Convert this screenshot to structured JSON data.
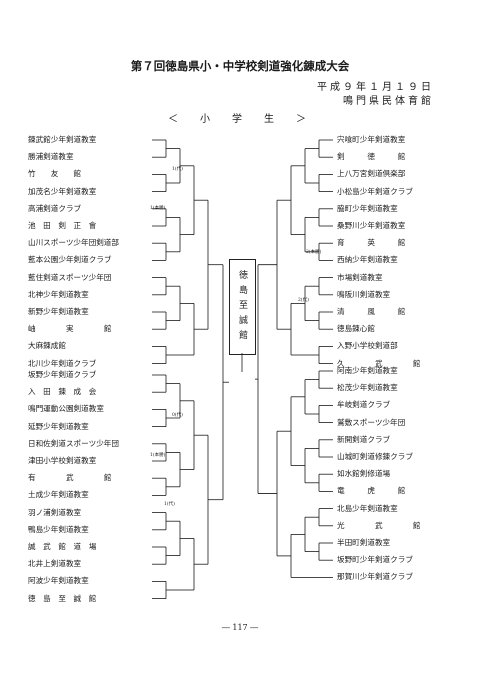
{
  "header": {
    "title": "第７回徳島県小・中学校剣道強化錬成大会",
    "date": "平成９年１月１９日",
    "venue": "鳴門県民体育館",
    "division": "＜　小　学　生　＞"
  },
  "left_top": [
    "錬武館少年剣道教室",
    "勝浦剣道教室",
    "竹　　友　　館",
    "加茂名少年剣道教室",
    "高浦剣道クラブ",
    "池　田　剣　正　會",
    "山川スポーツ少年団剣道部",
    "藍本公園少年剣道クラブ",
    "藍住剣道スポーツ少年団",
    "北神少年剣道教室",
    "新野少年剣道教室",
    "岫　　　　実　　　　館",
    "大麻錬成館",
    "北川少年剣道クラブ"
  ],
  "left_bottom": [
    "坂野少年剣道クラブ",
    "入　田　錬　成　会",
    "鳴門運動公園剣道教室",
    "延野少年剣道教室",
    "日和佐剣道スポーツ少年団",
    "津田小学校剣道教室",
    "有　　　　武　　　　館",
    "土成少年剣道教室",
    "羽ノ浦剣道教室",
    "鴨島少年剣道教室",
    "誠　武　館　道　場",
    "北井上剣道教室",
    "阿波少年剣道教室",
    "徳　島　至　誠　館"
  ],
  "right_top": [
    "宍喰町少年剣道教室",
    "剣　　　徳　　　館",
    "上八万宮剣道倶楽部",
    "小松島少年剣道クラブ",
    "脇町少年剣道教室",
    "桑野川少年剣道教室",
    "育　　　英　　　館",
    "西納少年剣道教室",
    "市場剣道教室",
    "鳴阪川剣道教室",
    "清　　　風　　　館",
    "徳島錬心館",
    "入野小学校剣道部",
    "久　　　　武　　　　館"
  ],
  "right_bottom": [
    "阿南少年剣道教室",
    "松茂少年剣道教室",
    "牟岐剣道クラブ",
    "鷲敷スポーツ少年団",
    "新開剣道クラブ",
    "山城町剣道修錬クラブ",
    "如水館剣修道場",
    "竜　　　虎　　　館",
    "北島少年剣道教室",
    "光　　　　武　　　　館",
    "半田町剣道教室",
    "坂野町少年剣道クラブ",
    "那賀川少年剣道クラブ"
  ],
  "final_label": "徳島至誠館",
  "notes": {
    "n1": "1(代)",
    "n2": "1(本勝)",
    "n3": "2(本勝)",
    "n4": "2(代)",
    "n5": "0(代)",
    "n6": "1(本勝)",
    "n7": "1(代)"
  },
  "page_number": "― 117 ―"
}
